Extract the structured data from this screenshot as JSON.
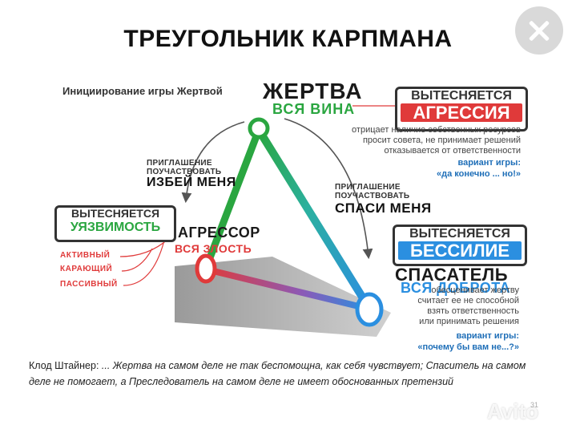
{
  "title": "ТРЕУГОЛЬНИК КАРПМАНА",
  "initiation": "Инициирование игры Жертвой",
  "victim": {
    "role": "ЖЕРТВА",
    "emotion": "ВСЯ ВИНА",
    "suppressed_label": "ВЫТЕСНЯЕТСЯ",
    "suppressed_value": "АГРЕССИЯ",
    "description": [
      "отрицает наличие собственных ресурсов",
      "просит совета, не принимает решений",
      "отказывается от ответственности"
    ],
    "variant_label": "вариант игры:",
    "variant_value": "«да конечно ... но!»"
  },
  "aggressor": {
    "role": "АГРЕССОР",
    "emotion": "ВСЯ ЗЛОСТЬ",
    "suppressed_label": "ВЫТЕСНЯЕТСЯ",
    "suppressed_value": "УЯЗВИМОСТЬ",
    "types": [
      "АКТИВНЫЙ",
      "КАРАЮЩИЙ",
      "ПАССИВНЫЙ"
    ]
  },
  "rescuer": {
    "role": "СПАСАТЕЛЬ",
    "emotion": "ВСЯ ДОБРОТА",
    "suppressed_label": "ВЫТЕСНЯЕТСЯ",
    "suppressed_value": "БЕССИЛИЕ",
    "description": [
      "обесценивает жертву",
      "считает ее не способной",
      "взять ответственность",
      "или принимать решения"
    ],
    "variant_label": "вариант игры:",
    "variant_value": "«почему бы вам не...?»"
  },
  "invite_aggressor": {
    "line1": "ПРИГЛАШЕНИЕ",
    "line2": "ПОУЧАСТВОВАТЬ",
    "line3": "ИЗБЕЙ МЕНЯ"
  },
  "invite_rescuer": {
    "line1": "ПРИГЛАШЕНИЕ",
    "line2": "ПОУЧАСТВОВАТЬ",
    "line3": "СПАСИ МЕНЯ"
  },
  "quote": {
    "author": "Клод Штайнер:",
    "text": "... Жертва на самом деле не так беспомощна, как себя чувствует; Спаситель на самом деле не помогает, а Преследователь на самом деле не имеет обоснованных претензий"
  },
  "page_number": "31",
  "watermark": "Avito",
  "colors": {
    "victim": "#2aa640",
    "aggressor": "#e03a3a",
    "rescuer": "#2b8fe0"
  },
  "icons": {
    "close": "close-icon"
  }
}
